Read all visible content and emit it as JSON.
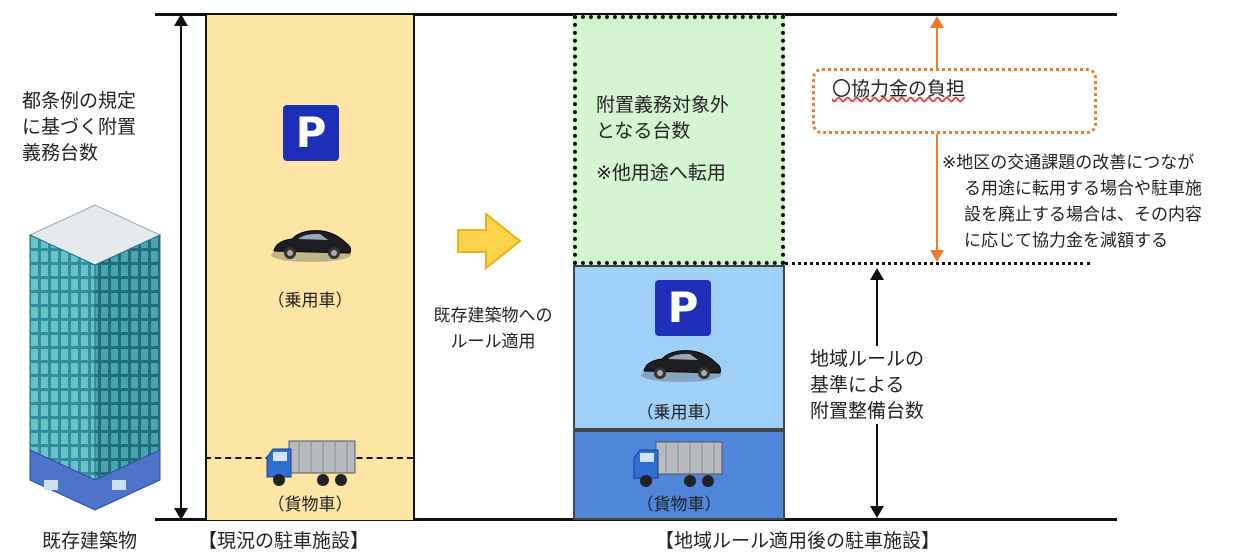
{
  "building_side": {
    "left_label_lines": [
      "都条例の規定",
      "に基づく附置",
      "義務台数"
    ],
    "bottom_label": "既存建築物"
  },
  "current_facility": {
    "caption": "【現況の駐車施設】",
    "car_label": "（乗用車）",
    "truck_label": "（貨物車）",
    "parking_sign": "P"
  },
  "middle": {
    "apply_label_lines": [
      "既存建築物への",
      "ルール適用"
    ]
  },
  "after_facility": {
    "caption": "【地域ルール適用後の駐車施設】",
    "exempt_lines": [
      "附置義務対象外",
      "となる台数"
    ],
    "exempt_note": "※他用途へ転用",
    "car_label": "（乗用車）",
    "truck_label": "（貨物車）",
    "parking_sign": "P"
  },
  "right_side": {
    "callout": "〇協力金の負担",
    "note_lines": [
      "※地区の交通課題の改善につなが",
      "る用途に転用する場合や駐車施",
      "設を廃止する場合は、その内容",
      "に応じて協力金を減額する"
    ],
    "rule_label_lines": [
      "地域ルールの",
      "基準による",
      "附置整備台数"
    ]
  },
  "colors": {
    "current_fill": "#fde5a6",
    "exempt_fill": "#d3f5cf",
    "car_area_fill": "#9fd0f7",
    "truck_area_fill": "#4f86da",
    "orange_accent": "#f07b2a",
    "parking_blue": "#1d2fb8",
    "arrow_yellow": "#fbd34a"
  }
}
